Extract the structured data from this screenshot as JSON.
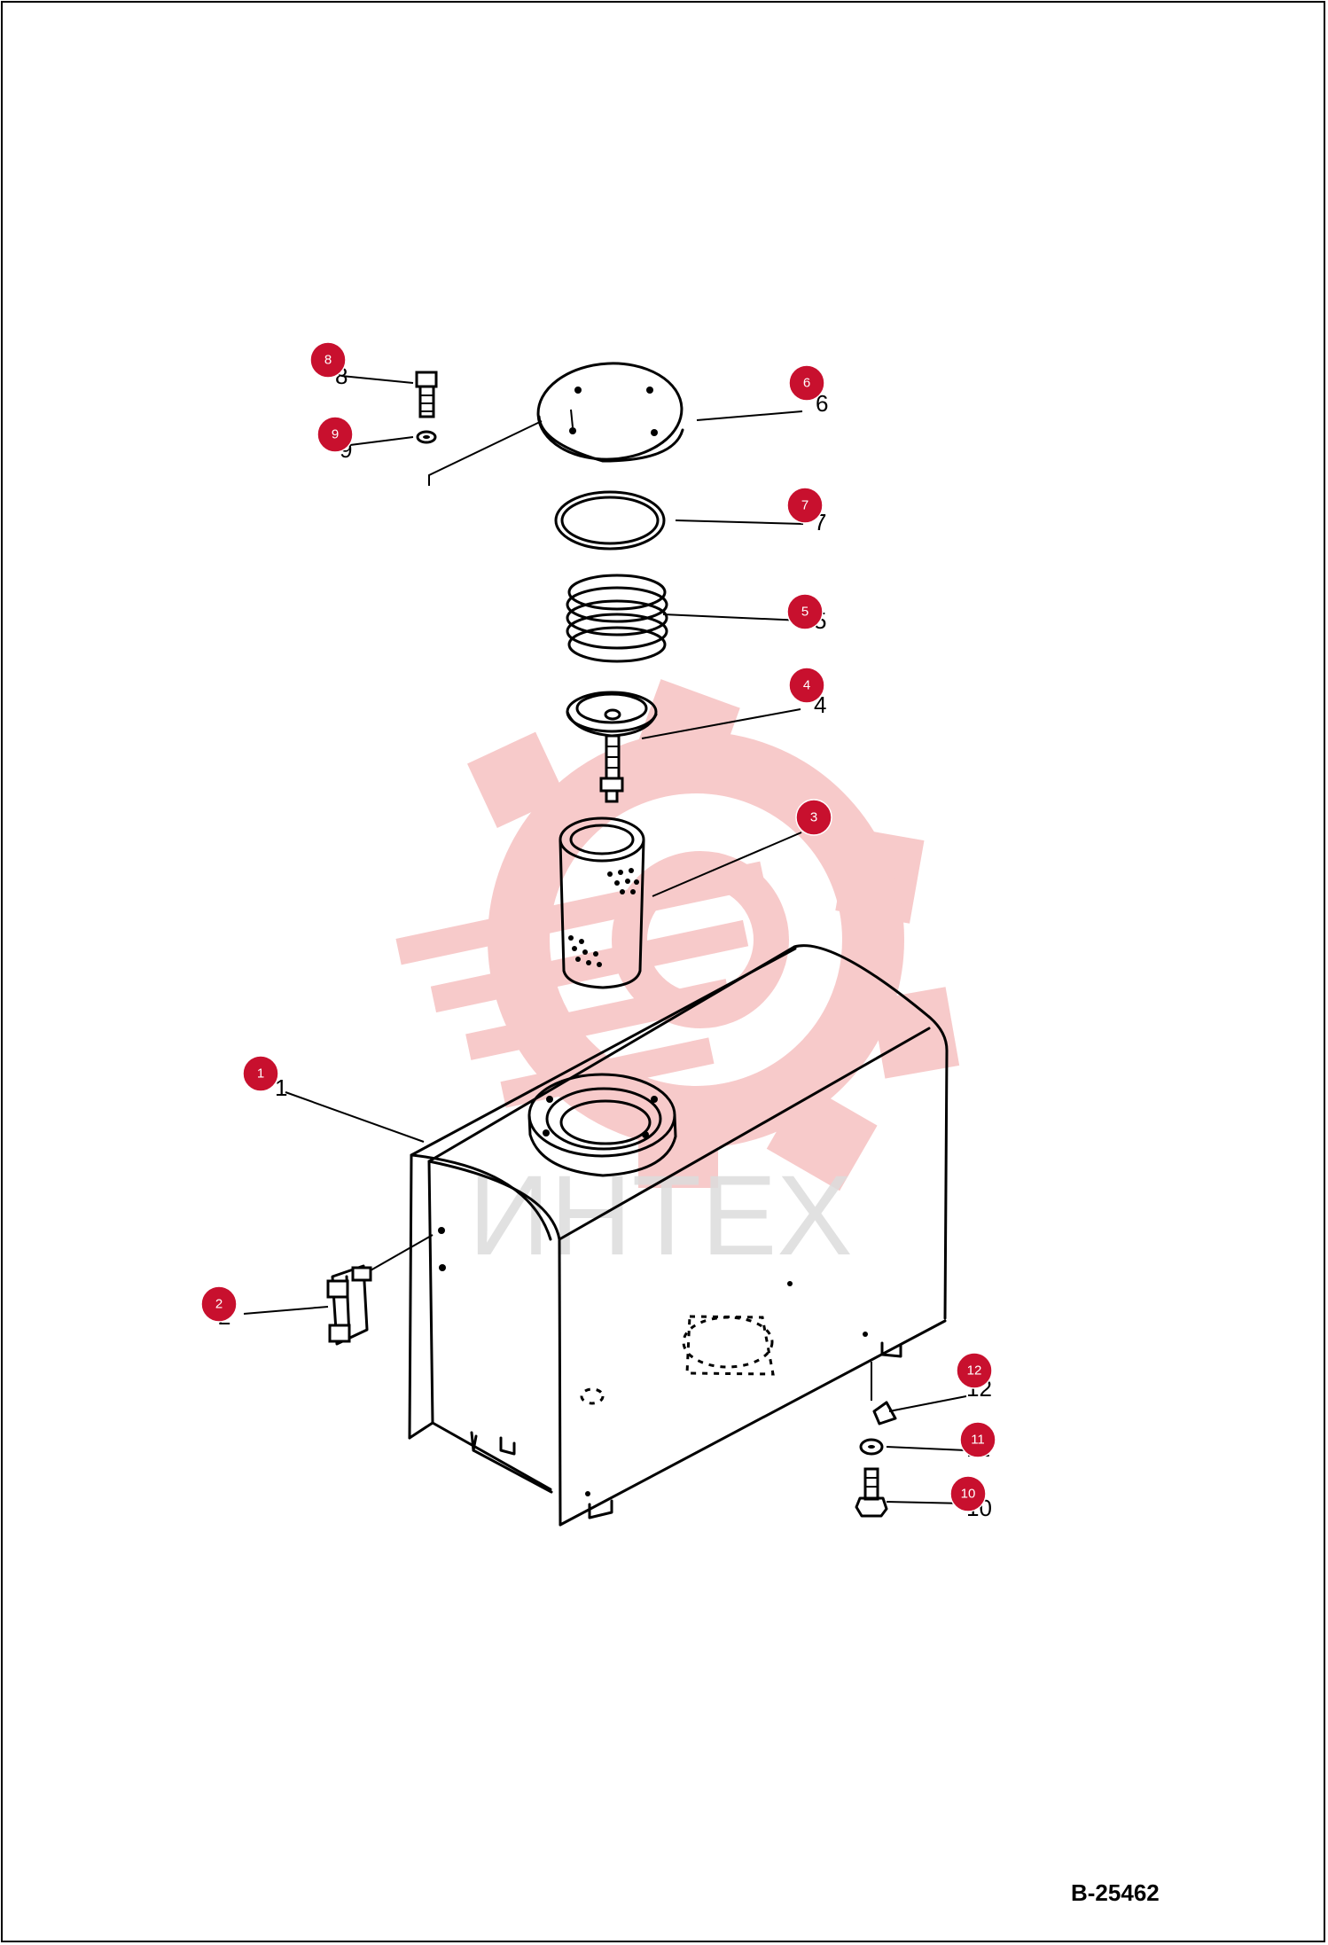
{
  "drawing_number": "B-25462",
  "watermark": {
    "text": "ИНТЕХ"
  },
  "colors": {
    "callout": "#c8102e",
    "watermark": "#f4b8b8",
    "watermark_text": "#dcdcdc"
  },
  "callouts": [
    {
      "id": 1,
      "label": "1"
    },
    {
      "id": 2,
      "label": "2"
    },
    {
      "id": 3,
      "label": "3"
    },
    {
      "id": 4,
      "label": "4"
    },
    {
      "id": 5,
      "label": "5"
    },
    {
      "id": 6,
      "label": "6"
    },
    {
      "id": 7,
      "label": "7"
    },
    {
      "id": 8,
      "label": "8"
    },
    {
      "id": 9,
      "label": "9"
    },
    {
      "id": 10,
      "label": "10"
    },
    {
      "id": 11,
      "label": "11"
    },
    {
      "id": 12,
      "label": "12"
    }
  ]
}
